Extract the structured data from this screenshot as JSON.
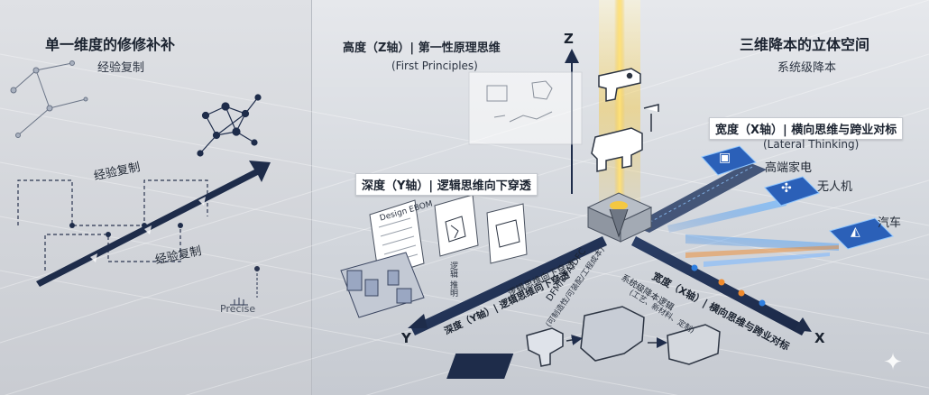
{
  "left": {
    "title": "单一维度的修修补补",
    "subtitle": "经验复制",
    "arrow_label_upper": "经验复制",
    "arrow_label_lower": "经验复制",
    "precise_label": "Precise"
  },
  "z_axis": {
    "letter": "Z",
    "title": "高度（Z轴）| 第一性原理思维",
    "subtitle": "(First Principles)"
  },
  "y_axis": {
    "letter": "Y",
    "title": "深度（Y轴）| 逻辑思维向下穿透",
    "axis_text": "深度（Y轴）| 逻辑思维向下穿透",
    "axis_text_small": "逻辑思维向下穿透",
    "doc_label": "Design EBOM",
    "vertical_text": "逻辑 推明",
    "dfm_line1": "DFM/DFA/DFC",
    "dfm_line2": "(可制造性/可装配/工程成本)"
  },
  "x_axis": {
    "letter": "X",
    "title": "宽度（X轴）| 横向思维与跨业对标",
    "subtitle": "(Lateral Thinking)",
    "axis_text": "宽度（X轴）| 横向思维与跨业对标",
    "system_line1": "系统级降本逻辑",
    "system_line2": "(工艺、新材料、定制)"
  },
  "right": {
    "title": "三维降本的立体空间",
    "subtitle": "系统级降本"
  },
  "industries": [
    {
      "name": "高端家电",
      "icon": "washing-machine-icon"
    },
    {
      "name": "无人机",
      "icon": "drone-icon"
    },
    {
      "name": "汽车",
      "icon": "car-icon"
    }
  ],
  "colors": {
    "navy": "#1e2c4a",
    "beam": "#f4c842",
    "accent_blue": "#2f7fe0",
    "orange": "#f08a2c"
  }
}
